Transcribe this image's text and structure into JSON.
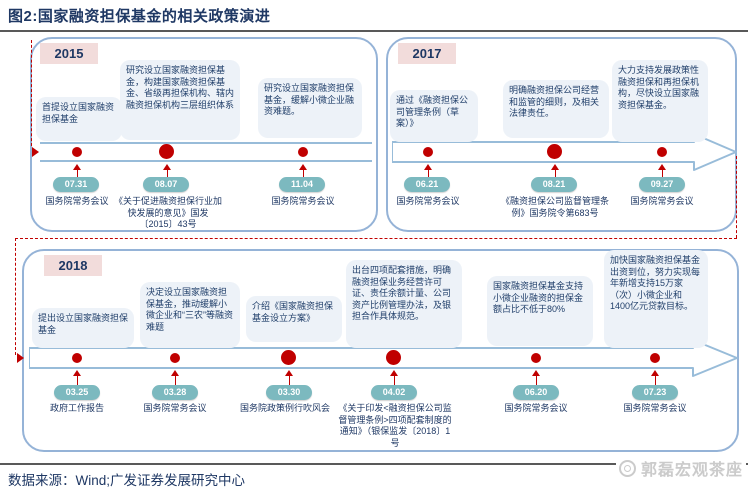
{
  "title": "图2:国家融资担保基金的相关政策演进",
  "footer": {
    "source": "数据来源：Wind;广发证券发展研究中心",
    "logo_text": "郭磊宏观茶座",
    "logo_icon": "teacup-icon"
  },
  "colors": {
    "accent_red": "#c00000",
    "navy_text": "#1f3864",
    "panel_border": "#95b3d7",
    "year_badge_bg": "#f2dcdb",
    "date_pill_bg": "#7cb9bf",
    "note_bg": "#edf2f8",
    "rule_gray": "#595959"
  },
  "panels": [
    {
      "year": "2015",
      "items": [
        {
          "date": "07.31",
          "event": "国务院常务会议",
          "note": "首提设立国家融资担保基金",
          "emphasis": false
        },
        {
          "date": "08.07",
          "event": "《关于促进融资担保行业加快发展的意见》国发〔2015〕43号",
          "note": "研究设立国家融资担保基金，构建国家融资担保基金、省级再担保机构、辖内融资担保机构三层组织体系",
          "emphasis": true
        },
        {
          "date": "11.04",
          "event": "国务院常务会议",
          "note": "研究设立国家融资担保基金，缓解小微企业融资难题。",
          "emphasis": false
        }
      ]
    },
    {
      "year": "2017",
      "items": [
        {
          "date": "06.21",
          "event": "国务院常务会议",
          "note": "通过《融资担保公司管理条例（草案）》",
          "emphasis": false
        },
        {
          "date": "08.21",
          "event": "《融资担保公司监督管理条例》国务院令第683号",
          "note": "明确融资担保公司经营和监管的细则，及相关法律责任。",
          "emphasis": true
        },
        {
          "date": "09.27",
          "event": "国务院常务会议",
          "note": "大力支持发展政策性融资担保和再担保机构，尽快设立国家融资担保基金。",
          "emphasis": false
        }
      ]
    },
    {
      "year": "2018",
      "items": [
        {
          "date": "03.25",
          "event": "政府工作报告",
          "note": "提出设立国家融资担保基金",
          "emphasis": false
        },
        {
          "date": "03.28",
          "event": "国务院常务会议",
          "note": "决定设立国家融资担保基金，推动缓解小微企业和“三农”等融资难题",
          "emphasis": false
        },
        {
          "date": "03.30",
          "event": "国务院政策例行吹风会",
          "note": "介绍《国家融资担保基金设立方案》",
          "emphasis": true
        },
        {
          "date": "04.02",
          "event": "《关于印发<融资担保公司监督管理条例>四项配套制度的通知》（银保监发〔2018〕1号",
          "note": "出台四项配套措施，明确融资担保业务经营许可证、责任余额计量、公司资产比例管理办法，及银担合作具体规范。",
          "emphasis": true
        },
        {
          "date": "06.20",
          "event": "国务院常务会议",
          "note": "国家融资担保基金支持小微企业融资的担保金额占比不低于80%",
          "emphasis": false
        },
        {
          "date": "07.23",
          "event": "国务院常务会议",
          "note": "加快国家融资担保基金出资到位，努力实现每年新增支持15万家（次）小微企业和1400亿元贷款目标。",
          "emphasis": false
        }
      ]
    }
  ]
}
